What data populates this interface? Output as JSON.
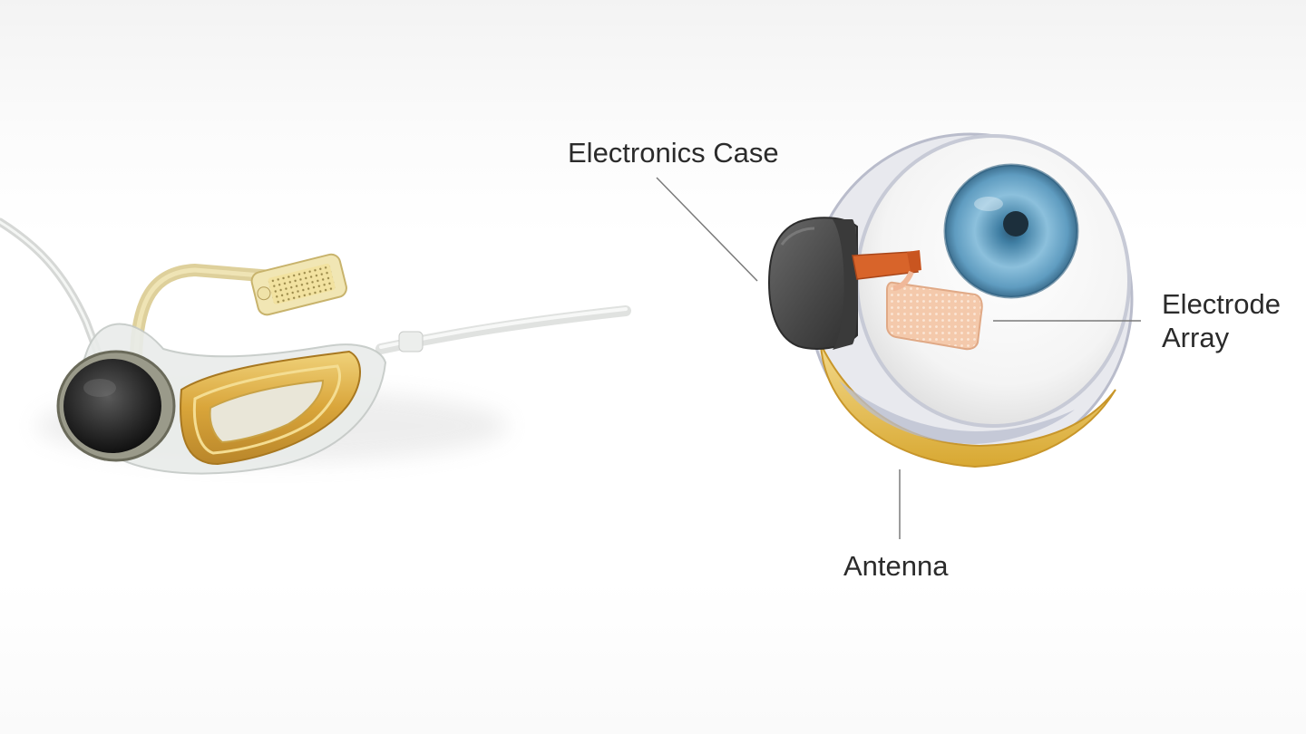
{
  "labels": {
    "electronics_case": "Electronics Case",
    "electrode_array_line1": "Electrode",
    "electrode_array_line2": "Array",
    "antenna": "Antenna"
  },
  "colors": {
    "background": "#ffffff",
    "label_text": "#2b2b2b",
    "leader_line": "#7a7a7a",
    "electronics_case": "#4a4a4a",
    "electrode_array": "#f2c3a4",
    "cable": "#d8642a",
    "antenna_gold": "#e2b43a",
    "iris_blue": "#6fa8c8"
  }
}
